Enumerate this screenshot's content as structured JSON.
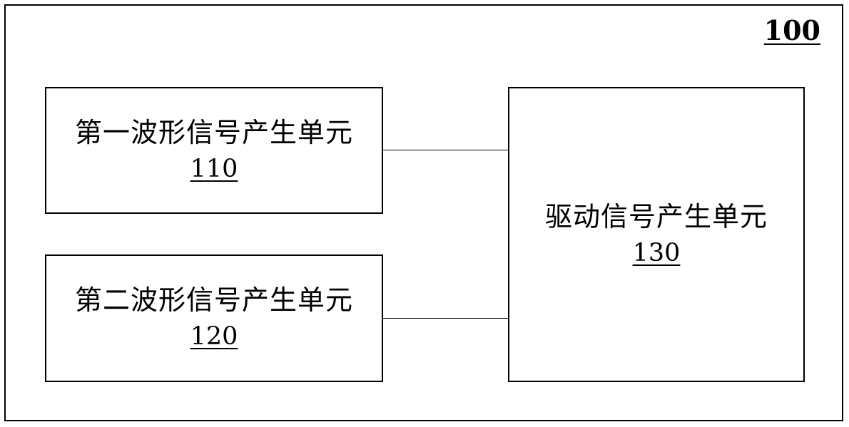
{
  "diagram": {
    "ref": "100",
    "blocks": [
      {
        "id": "110",
        "label": "第一波形信号产生单元",
        "ref": "110"
      },
      {
        "id": "120",
        "label": "第二波形信号产生单元",
        "ref": "120"
      },
      {
        "id": "130",
        "label": "驱动信号产生单元",
        "ref": "130"
      }
    ],
    "connections": [
      {
        "from": "110",
        "to": "130"
      },
      {
        "from": "120",
        "to": "130"
      }
    ]
  }
}
